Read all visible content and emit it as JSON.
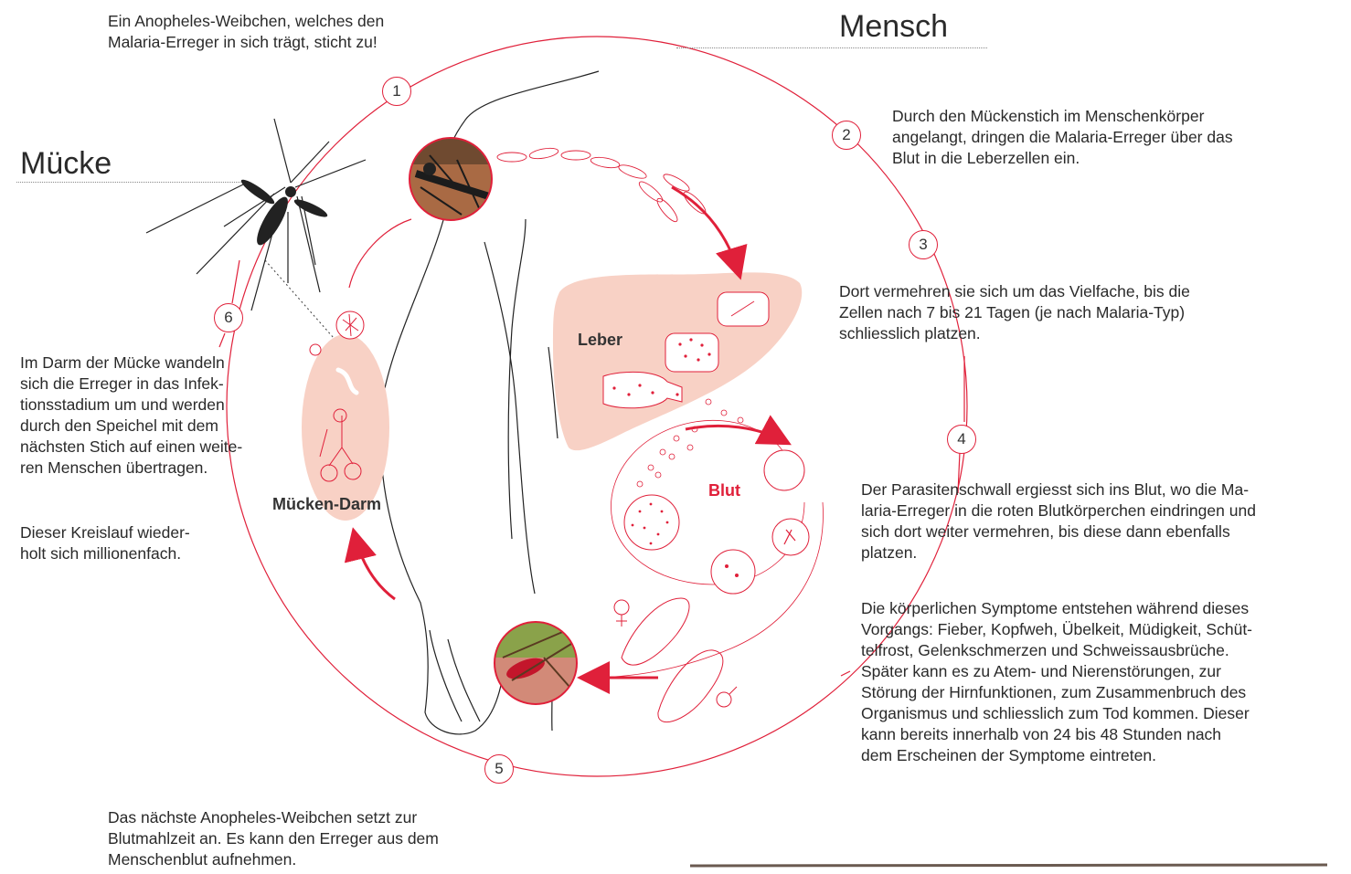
{
  "accent_color": "#e0203a",
  "organ_color": "#f8d1c5",
  "headings": {
    "human": "Mensch",
    "mosquito": "Mücke"
  },
  "region_labels": {
    "liver": "Leber",
    "blood": "Blut",
    "gut": "Mücken-Darm"
  },
  "steps": [
    {
      "number": "1",
      "text": "Ein Anopheles-Weibchen, welches den\nMalaria-Erreger in sich trägt, sticht zu!"
    },
    {
      "number": "2",
      "text": "Durch den Mückenstich im Menschenkörper\nangelangt, dringen die Malaria-Erreger über das\nBlut in die Leberzellen ein."
    },
    {
      "number": "3",
      "text": "Dort vermehren sie sich um das Vielfache, bis die\nZellen nach 7 bis 21 Tagen (je nach Malaria-Typ)\nschliesslich platzen."
    },
    {
      "number": "4",
      "text": "Der Parasitenschwall ergiesst sich ins Blut, wo die Ma-\nlaria-Erreger in die roten Blutkörperchen eindringen und\nsich dort weiter vermehren, bis diese dann ebenfalls\nplatzen."
    },
    {
      "number": "5",
      "text": "Das nächste Anopheles-Weibchen setzt zur\nBlutmahlzeit an. Es kann den Erreger aus dem\nMenschenblut aufnehmen."
    },
    {
      "number": "6",
      "text": "Im Darm der Mücke wandeln\nsich die Erreger in das Infek-\ntionsstadium um und werden\ndurch den Speichel mit dem\nnächsten Stich auf einen weite-\nren Menschen übertragen."
    }
  ],
  "symptoms_text": "Die körperlichen Symptome entstehen während dieses\nVorgangs: Fieber, Kopfweh, Übelkeit, Müdigkeit, Schüt-\ntelfrost, Gelenkschmerzen und Schweissausbrüche.\nSpäter kann es zu Atem- und Nierenstörungen, zur\nStörung der Hirnfunktionen, zum Zusammenbruch des\nOrganismus und schliesslich zum Tod kommen. Dieser\nkann bereits innerhalb von 24 bis 48 Stunden nach\ndem Erscheinen der Symptome eintreten.",
  "cycle_text": "Dieser Kreislauf wieder-\nholt sich millionenfach.",
  "icons": [
    "mosquito-illustration",
    "mosquito-bite-photo",
    "mosquito-feeding-photo",
    "human-body-outline",
    "liver-shape",
    "red-blood-cell",
    "female-symbol",
    "male-symbol"
  ]
}
